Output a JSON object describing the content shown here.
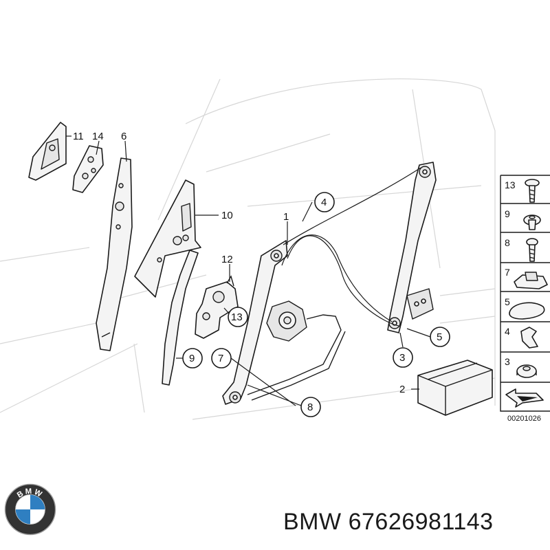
{
  "callouts": {
    "c1": "1",
    "c2": "2",
    "c3": "3",
    "c4": "4",
    "c5": "5",
    "c6": "6",
    "c7": "7",
    "c8": "8",
    "c9": "9",
    "c10": "10",
    "c11": "11",
    "c12": "12",
    "c13": "13",
    "c14": "14"
  },
  "legend": {
    "items": [
      "13",
      "9",
      "8",
      "7",
      "5",
      "4",
      "3"
    ],
    "code": "00201026"
  },
  "brand": {
    "name": "BMW",
    "part_number": "67626981143",
    "logo_letters": "BMW"
  },
  "colors": {
    "line": "#1a1a1a",
    "sketch": "#d6d6d6",
    "logo_blue": "#2f7fc1"
  },
  "icons": {
    "logo": "bmw-roundel-icon"
  }
}
